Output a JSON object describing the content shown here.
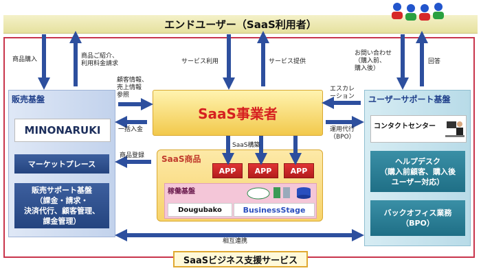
{
  "banner": "エンドユーザー（SaaS利用者）",
  "bottom_label": "SaaSビジネス支援サービス",
  "left_panel": {
    "title": "販売基盤",
    "logo": "MINONARUKI",
    "marketplace": "マーケットプレース",
    "support": "販売サポート基盤\n（課金・請求・\n決済代行、顧客管理、\n課金管理）"
  },
  "right_panel": {
    "title": "ユーザーサポート基盤",
    "contact": "コンタクトセンター",
    "helpdesk": "ヘルプデスク\n（購入前顧客、購入後\nユーザー対応）",
    "backoffice": "バックオフィス業務\n（BPO）"
  },
  "center": {
    "saas_company": "SaaS事業者",
    "product_title": "SaaS商品",
    "build_label": "SaaS構築",
    "app_labels": [
      "APP",
      "APP",
      "APP"
    ],
    "infra_title": "稼働基盤",
    "brand_dougubako": "Dougubako",
    "brand_businessstage": "BusinessStage"
  },
  "arrow_labels": {
    "purchase": "商品購入",
    "intro": "商品ご紹介、\n利用料金請求",
    "service_use": "サービス利用",
    "service_provide": "サービス提供",
    "inquiry": "お問い合わせ\n（購入前、\n購入後）",
    "answer": "回答",
    "customer_info": "顧客情報、\n売上情報\n参照",
    "lump_sum": "一括入金",
    "product_register": "商品登録",
    "escalation": "エスカレ\nーション",
    "bpo": "運用代行\n（BPO）",
    "mutual": "相互連携"
  }
}
